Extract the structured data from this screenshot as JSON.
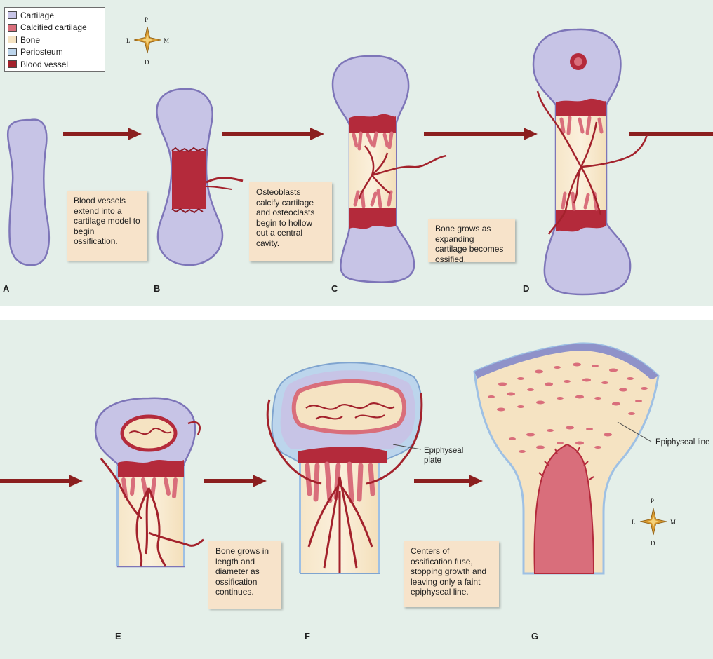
{
  "legend": {
    "items": [
      {
        "label": "Cartilage",
        "color": "#c7c4e6"
      },
      {
        "label": "Calcified cartilage",
        "color": "#d96e7b"
      },
      {
        "label": "Bone",
        "color": "#f5e3c2"
      },
      {
        "label": "Periosteum",
        "color": "#bcd5ec"
      },
      {
        "label": "Blood vessel",
        "color": "#a3222c"
      }
    ]
  },
  "compass": {
    "top": "P",
    "left": "L",
    "right": "M",
    "bottom": "D"
  },
  "stages": [
    "A",
    "B",
    "C",
    "D",
    "E",
    "F",
    "G"
  ],
  "captions": {
    "b": "Blood vessels extend into a cartilage model to begin ossification.",
    "c": "Osteoblasts calcify cartilage and osteoclasts begin to hollow out a central cavity.",
    "d": "Bone grows as expanding cartilage becomes ossified.",
    "e": "Bone grows in length and diameter as ossification continues.",
    "f": "Centers of ossification fuse, stopping growth and leaving only a faint epiphyseal line."
  },
  "labels": {
    "epiphyseal_plate": "Epiphyseal plate",
    "epiphyseal_line": "Epiphyseal line"
  },
  "colors": {
    "cartilage": "#c7c4e6",
    "calcified_cartilage": "#d96e7b",
    "bone": "#f5e3c2",
    "periosteum": "#bcd5ec",
    "blood_vessel": "#a3222c",
    "arrow": "#8b1f1f",
    "background": "#e4efe9"
  }
}
